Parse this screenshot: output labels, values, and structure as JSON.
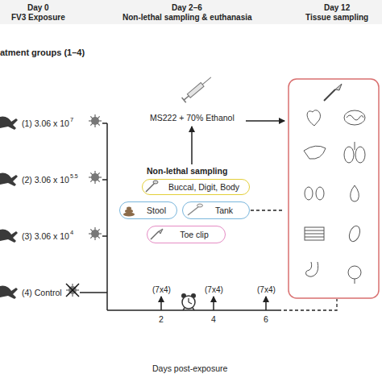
{
  "diagram": {
    "nodes": [
      {
        "text": [
          "Buccal, Digit, Body"
        ]
      },
      {
        "text": [
          "Stool"
        ]
      },
      {
        "text": [
          "Tank"
        ]
      },
      {
        "text": [
          "Toe clip"
        ]
      }
    ],
    "labels": [
      "Day 0",
      "FV3 Exposure",
      "Day 2–6",
      "Non-lethal sampling & euthanasia",
      "Day 12",
      "Tissue sampling",
      "atment groups (1–4)",
      "(1) 3.06 x 10",
      "7",
      "(2) 3.06 x 10",
      "5.5",
      "(3) 3.06 x 10",
      "4",
      "(4) Control",
      "MS222 + 70% Ethanol",
      "Non-lethal sampling",
      "(7x4)",
      "(7x4)",
      "(7x4)",
      "2",
      "4",
      "6",
      "Days post-exposure"
    ]
  }
}
